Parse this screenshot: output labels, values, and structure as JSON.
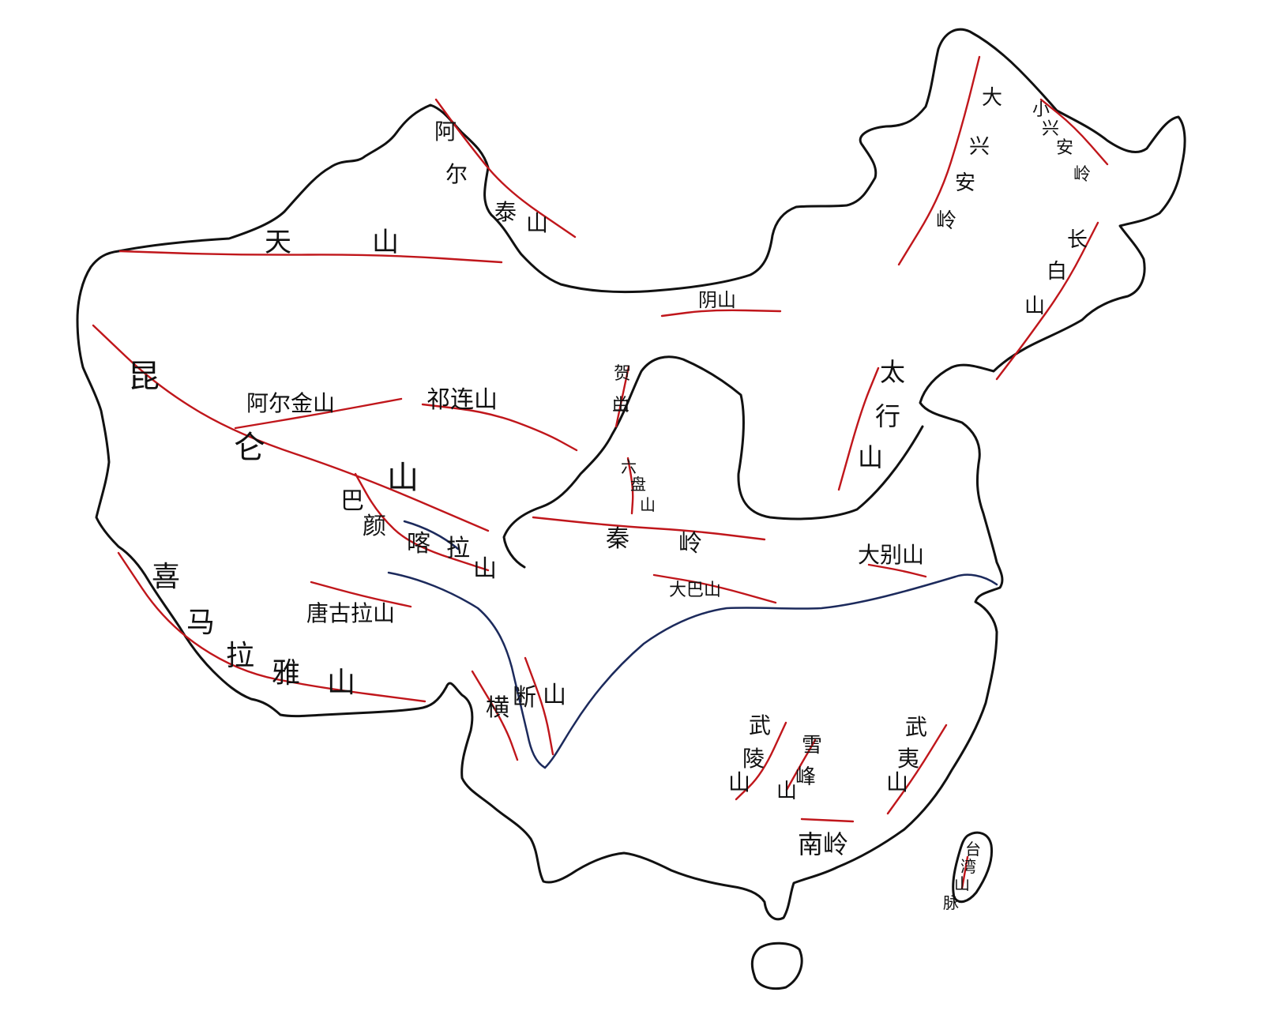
{
  "colors": {
    "outline": "#111111",
    "mountain_line": "#c0161b",
    "river": "#1c2a5c",
    "background": "#ffffff"
  },
  "mountains": [
    {
      "id": "tianshan",
      "name": "天山"
    },
    {
      "id": "altai",
      "name": "阿尔泰山"
    },
    {
      "id": "yinshan",
      "name": "阴山"
    },
    {
      "id": "da-hinggan",
      "name": "大兴安岭"
    },
    {
      "id": "xiao-hinggan",
      "name": "小兴安岭"
    },
    {
      "id": "changbai",
      "name": "长白山"
    },
    {
      "id": "kunlun",
      "name": "昆仑山"
    },
    {
      "id": "altun",
      "name": "阿尔金山"
    },
    {
      "id": "qilian",
      "name": "祁连山"
    },
    {
      "id": "helan",
      "name": "贺兰山"
    },
    {
      "id": "taihang",
      "name": "太行山"
    },
    {
      "id": "liupan",
      "name": "六盘山"
    },
    {
      "id": "bayan-har",
      "name": "巴颜喀拉山"
    },
    {
      "id": "qinling",
      "name": "秦岭"
    },
    {
      "id": "dabie",
      "name": "大别山"
    },
    {
      "id": "daba",
      "name": "大巴山"
    },
    {
      "id": "tanggula",
      "name": "唐古拉山"
    },
    {
      "id": "himalaya",
      "name": "喜马拉雅山"
    },
    {
      "id": "hengduan",
      "name": "横断山"
    },
    {
      "id": "wuling",
      "name": "武陵山"
    },
    {
      "id": "xuefeng",
      "name": "雪峰山"
    },
    {
      "id": "wuyi",
      "name": "武夷山"
    },
    {
      "id": "nanling",
      "name": "南岭"
    },
    {
      "id": "taiwan",
      "name": "台湾山脉"
    }
  ]
}
